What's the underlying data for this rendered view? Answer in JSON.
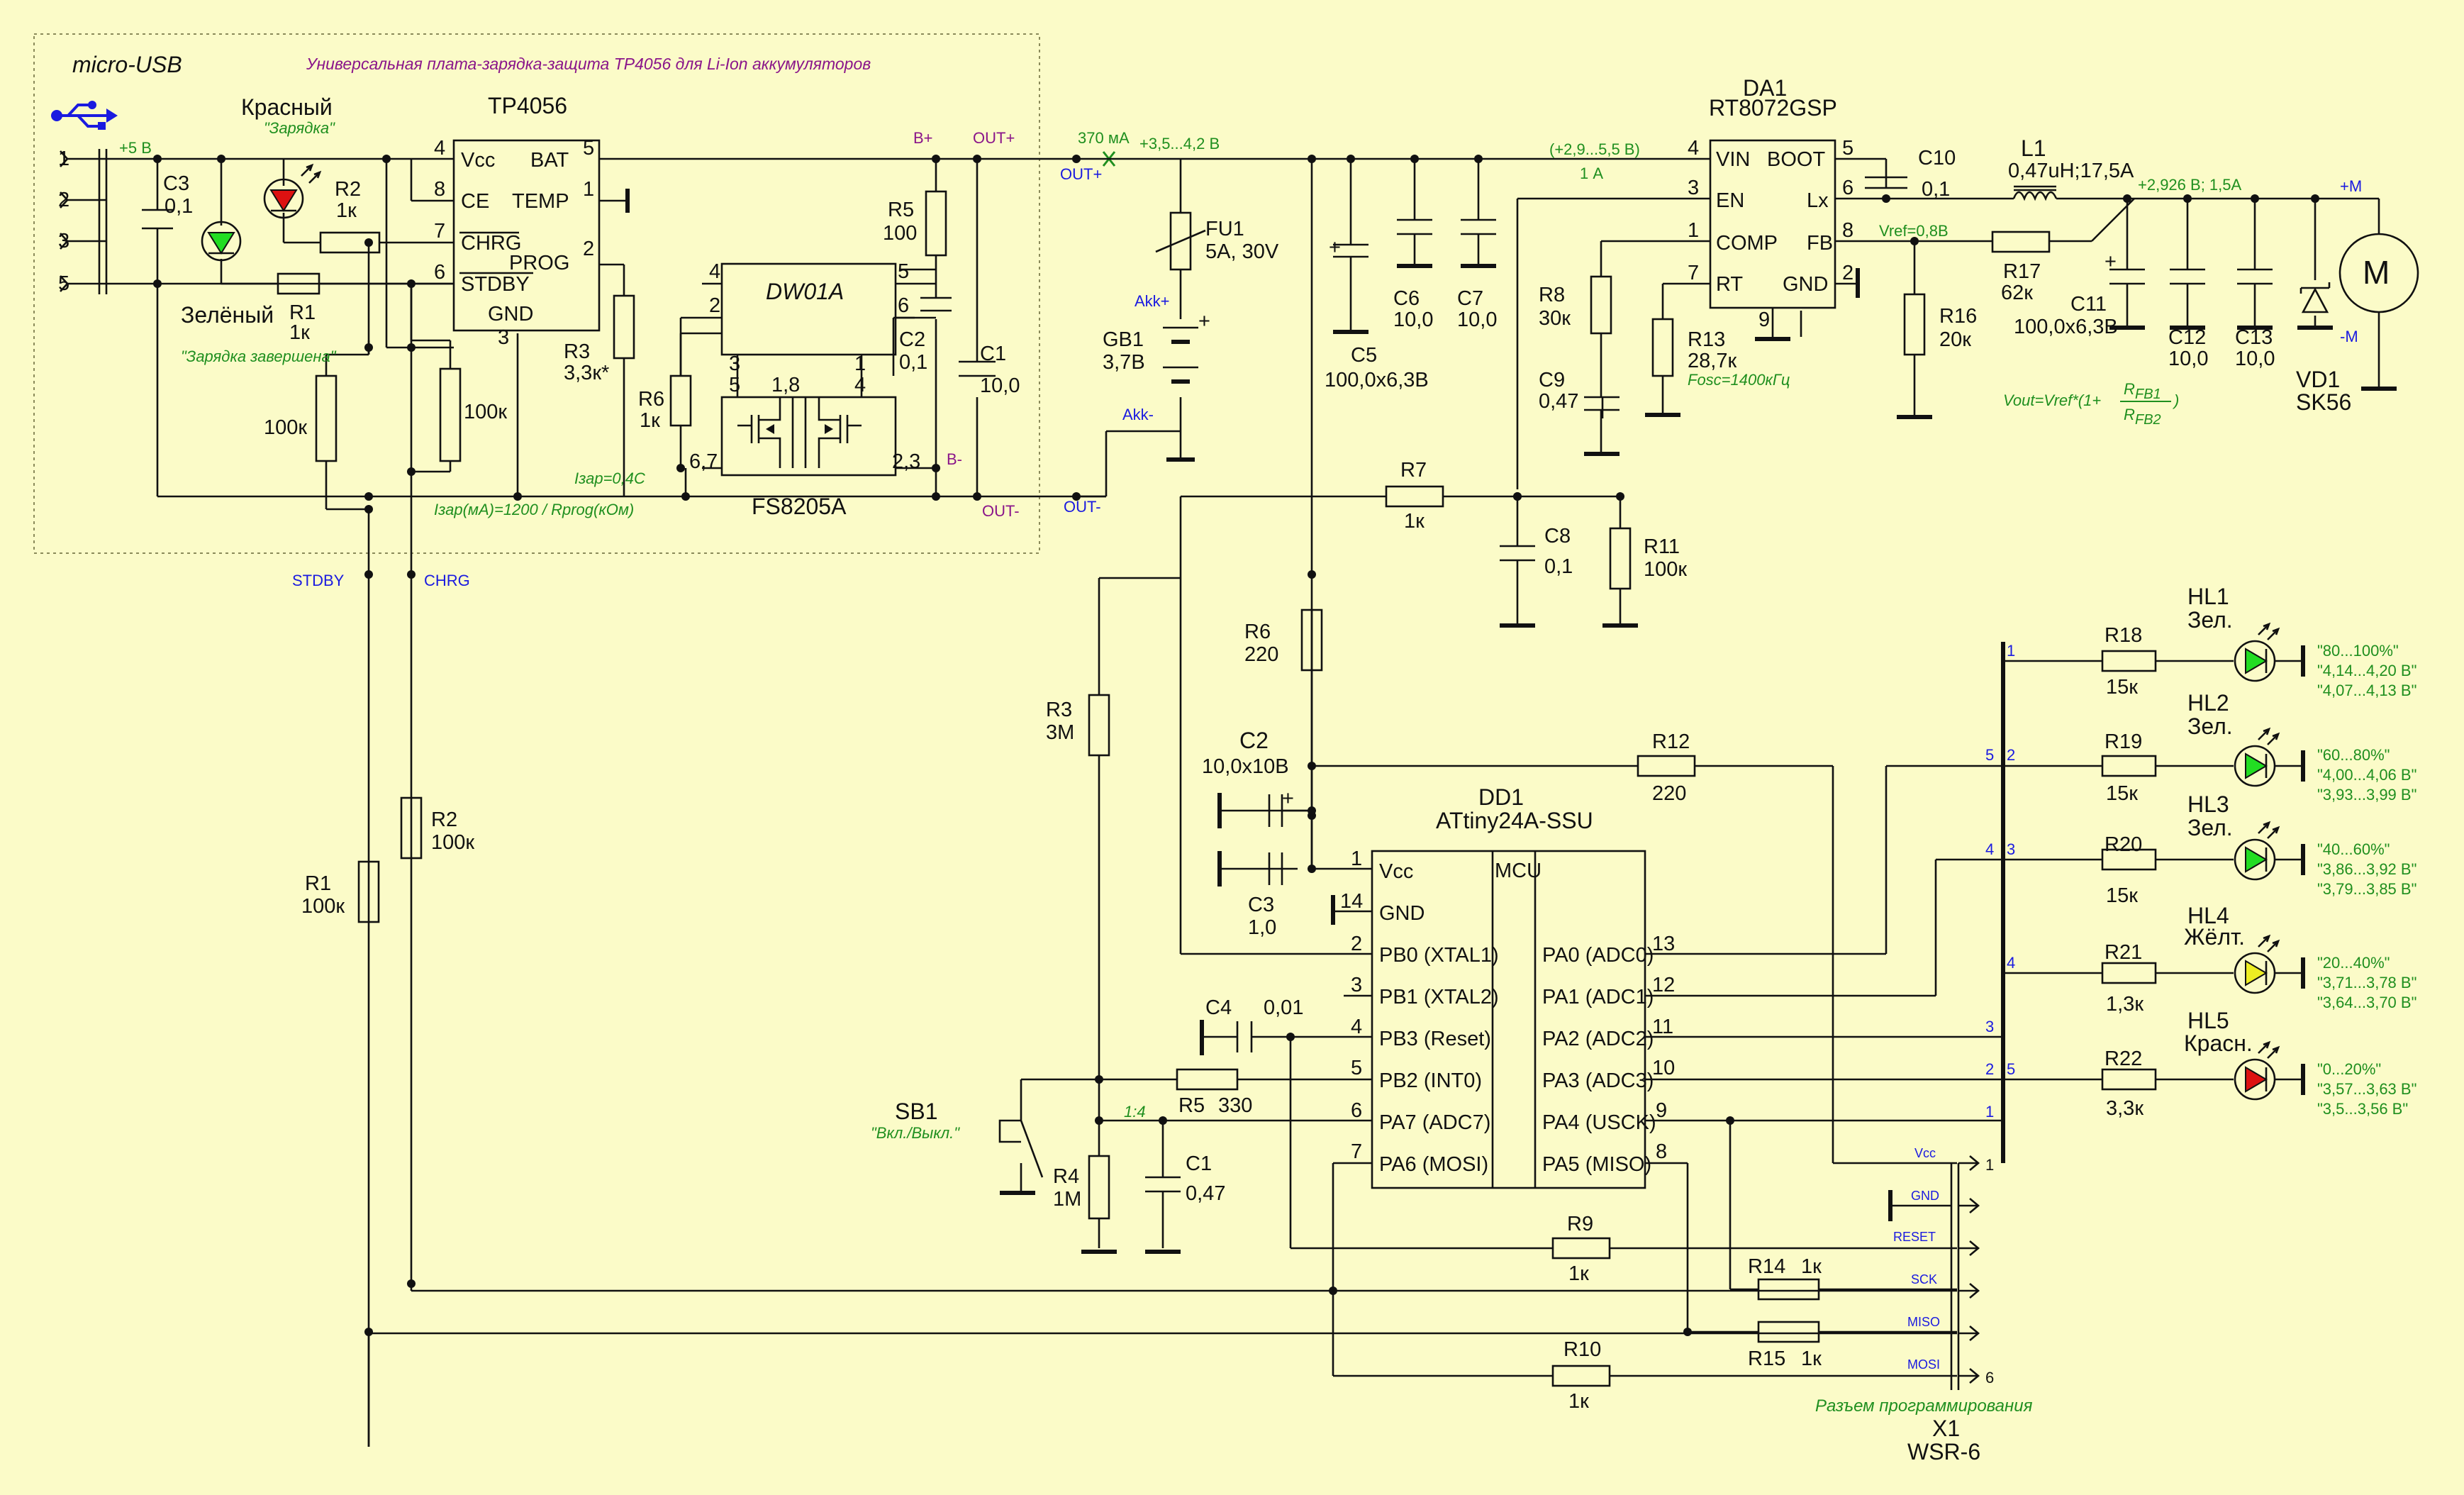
{
  "header": {
    "usb_label": "micro-USB",
    "board_title": "Универсальная плата-зарядка-защита TP4056 для Li-Ion аккумуляторов"
  },
  "colors": {
    "background": "#fbfbc8",
    "annotation_green": "#1f8f1f",
    "net_blue": "#1a1ae0",
    "title_purple": "#8a158a",
    "led_green": "#22dd22",
    "led_red": "#dd1111",
    "led_yellow": "#eeee22"
  },
  "charger": {
    "usb_pins": [
      "1",
      "2",
      "3",
      "5"
    ],
    "rail_5v": "+5 В",
    "c3": {
      "ref": "C3",
      "value": "0,1"
    },
    "led_red": {
      "color_word": "Красный",
      "note": "\"Зарядка\""
    },
    "led_green": {
      "color_word": "Зелёный",
      "note": "\"Зарядка завершена\""
    },
    "r2": {
      "ref": "R2",
      "value": "1к"
    },
    "r1": {
      "ref": "R1",
      "value": "1к"
    },
    "r_100k_a": "100к",
    "r_100k_b": "100к",
    "tp4056": {
      "name": "TP4056",
      "pins_left": [
        {
          "num": "4",
          "name": "Vcc"
        },
        {
          "num": "8",
          "name": "CE"
        },
        {
          "num": "7",
          "name": "CHRG"
        },
        {
          "num": "6",
          "name": "STDBY"
        }
      ],
      "pins_right": [
        {
          "num": "5",
          "name": "BAT"
        },
        {
          "num": "1",
          "name": "TEMP"
        },
        {
          "num": "2",
          "name": "PROG"
        }
      ],
      "pin_bottom": {
        "num": "3",
        "name": "GND"
      }
    },
    "r3": {
      "ref": "R3",
      "value": "3,3к*"
    },
    "izar_1": "Iзар=0,4С",
    "izar_2": "Iзар(мА)=1200 / Rprog(кОм)",
    "dw01a": {
      "name": "DW01A",
      "pins_left": [
        "4",
        "2",
        "3"
      ],
      "pins_right": [
        "5",
        "6",
        "1"
      ]
    },
    "fs8205a": {
      "name": "FS8205A",
      "pins_top_left": "5",
      "pins_top_mid": "1,8",
      "pins_top_right": "4",
      "pins_left": "6,7",
      "pins_right": "2,3"
    },
    "r6": {
      "ref": "R6",
      "value": "1к"
    },
    "r5": {
      "ref": "R5",
      "value": "100"
    },
    "c2": {
      "ref": "C2",
      "value": "0,1"
    },
    "c1": {
      "ref": "C1",
      "value": "10,0"
    },
    "b_plus": "B+",
    "b_minus": "B-",
    "out_plus_p": "OUT+",
    "out_minus_p": "OUT-",
    "out_plus_b": "OUT+",
    "out_minus_b": "OUT-",
    "current_note": "370 мА",
    "voltage_note": "+3,5...4,2 В",
    "stdby_net": "STDBY",
    "chrg_net": "CHRG"
  },
  "battery": {
    "fu1": {
      "ref": "FU1",
      "value": "5А, 30V"
    },
    "akk_plus": "Akk+",
    "akk_minus": "Akk-",
    "gb1": {
      "ref": "GB1",
      "value": "3,7В"
    }
  },
  "converter": {
    "c5": {
      "ref": "C5",
      "value": "100,0x6,3В"
    },
    "c6": {
      "ref": "C6",
      "value": "10,0"
    },
    "c7": {
      "ref": "C7",
      "value": "10,0"
    },
    "vin_range": "(+2,9...5,5 В)",
    "vin_current": "1 А",
    "da1": {
      "ref": "DA1",
      "name": "RT8072GSP",
      "pins_left": [
        {
          "num": "4",
          "name": "VIN"
        },
        {
          "num": "3",
          "name": "EN"
        },
        {
          "num": "1",
          "name": "COMP"
        },
        {
          "num": "7",
          "name": "RT"
        }
      ],
      "pins_right": [
        {
          "num": "5",
          "name": "BOOT"
        },
        {
          "num": "6",
          "name": "Lx"
        },
        {
          "num": "8",
          "name": "FB"
        },
        {
          "num": "2",
          "name": "GND"
        }
      ],
      "pin_bottom": "9"
    },
    "c10": {
      "ref": "C10",
      "value": "0,1"
    },
    "l1": {
      "ref": "L1",
      "value": "0,47uH;17,5A"
    },
    "out_note": "+2,926 В;  1,5А",
    "vref": "Vref=0,8В",
    "r17": {
      "ref": "R17",
      "value": "62к"
    },
    "r16": {
      "ref": "R16",
      "value": "20к"
    },
    "r8": {
      "ref": "R8",
      "value": "30к"
    },
    "c9": {
      "ref": "C9",
      "value": "0,47"
    },
    "r13": {
      "ref": "R13",
      "value": "28,7к"
    },
    "fosc": "Fosc=1400кГц",
    "c11": {
      "ref": "C11",
      "value": "100,0x6,3В"
    },
    "c12": {
      "ref": "C12",
      "value": "10,0"
    },
    "c13": {
      "ref": "C13",
      "value": "10,0"
    },
    "formula": {
      "prefix": "Vout=Vref*(1+",
      "num": "R",
      "num_sub": "FB1",
      "den": "R",
      "den_sub": "FB2",
      "suffix": ")"
    },
    "vd1": {
      "ref": "VD1",
      "value": "SK56"
    },
    "motor": {
      "symbol": "M",
      "plus": "+M",
      "minus": "-M"
    }
  },
  "mcu_section": {
    "r7": {
      "ref": "R7",
      "value": "1к"
    },
    "c8": {
      "ref": "C8",
      "value": "0,1"
    },
    "r11": {
      "ref": "R11",
      "value": "100к"
    },
    "r6": {
      "ref": "R6",
      "value": "220"
    },
    "c2": {
      "ref": "C2",
      "value": "10,0x10В"
    },
    "c3": {
      "ref": "C3",
      "value": "1,0"
    },
    "r12": {
      "ref": "R12",
      "value": "220"
    },
    "r3": {
      "ref": "R3",
      "value": "3М"
    },
    "r4": {
      "ref": "R4",
      "value": "1М"
    },
    "c1": {
      "ref": "C1",
      "value": "0,47"
    },
    "divider": "1:4",
    "r5": {
      "ref": "R5",
      "value": "330"
    },
    "c4": {
      "ref": "C4",
      "value": "0,01"
    },
    "sb1": {
      "ref": "SB1",
      "note": "\"Вкл./Выкл.\""
    },
    "r1": {
      "ref": "R1",
      "value": "100к"
    },
    "r2": {
      "ref": "R2",
      "value": "100к"
    },
    "dd1": {
      "ref": "DD1",
      "name": "ATtiny24A-SSU",
      "label": "MCU",
      "pins_left": [
        {
          "num": "1",
          "name": "Vcc"
        },
        {
          "num": "14",
          "name": "GND"
        },
        {
          "num": "2",
          "name": "PB0 (XTAL1)"
        },
        {
          "num": "3",
          "name": "PB1 (XTAL2)"
        },
        {
          "num": "4",
          "name": "PB3 (Reset)"
        },
        {
          "num": "5",
          "name": "PB2 (INT0)"
        },
        {
          "num": "6",
          "name": "PA7 (ADC7)"
        },
        {
          "num": "7",
          "name": "PA6 (MOSI)"
        }
      ],
      "pins_right": [
        {
          "num": "13",
          "name": "PA0 (ADC0)"
        },
        {
          "num": "12",
          "name": "PA1 (ADC1)"
        },
        {
          "num": "11",
          "name": "PA2 (ADC2)"
        },
        {
          "num": "10",
          "name": "PA3 (ADC3)"
        },
        {
          "num": "9",
          "name": "PA4 (USCK)"
        },
        {
          "num": "8",
          "name": "PA5 (MISO)"
        }
      ]
    },
    "r9": {
      "ref": "R9",
      "value": "1к"
    },
    "r10": {
      "ref": "R10",
      "value": "1к"
    },
    "r14": {
      "ref": "R14",
      "value": "1к"
    },
    "r15": {
      "ref": "R15",
      "value": "1к"
    }
  },
  "bus": {
    "left_nums": [
      "5",
      "4",
      "2"
    ],
    "right_nums": [
      "1",
      "2",
      "3",
      "4",
      "3",
      "5",
      "1"
    ]
  },
  "leds": [
    {
      "hl": "HL1",
      "color": "Зел.",
      "r": "R18",
      "rv": "15к",
      "pct": "\"80...100%\"",
      "v1": "\"4,14...4,20 В\"",
      "v2": "\"4,07...4,13 В\""
    },
    {
      "hl": "HL2",
      "color": "Зел.",
      "r": "R19",
      "rv": "15к",
      "pct": "\"60...80%\"",
      "v1": "\"4,00...4,06 В\"",
      "v2": "\"3,93...3,99 В\""
    },
    {
      "hl": "HL3",
      "color": "Зел.",
      "r": "R20",
      "rv": "15к",
      "pct": "\"40...60%\"",
      "v1": "\"3,86...3,92 В\"",
      "v2": "\"3,79...3,85 В\""
    },
    {
      "hl": "HL4",
      "color": "Жёлт.",
      "r": "R21",
      "rv": "1,3к",
      "pct": "\"20...40%\"",
      "v1": "\"3,71...3,78 В\"",
      "v2": "\"3,64...3,70 В\""
    },
    {
      "hl": "HL5",
      "color": "Красн.",
      "r": "R22",
      "rv": "3,3к",
      "pct": "\"0...20%\"",
      "v1": "\"3,57...3,63 В\"",
      "v2": "\"3,5...3,56 В\""
    }
  ],
  "connector": {
    "ref": "X1",
    "name": "WSR-6",
    "caption": "Разъем программирования",
    "signals": [
      "Vcc",
      "GND",
      "RESET",
      "SCK",
      "MISO",
      "MOSI"
    ],
    "pin_first": "1",
    "pin_last": "6"
  }
}
